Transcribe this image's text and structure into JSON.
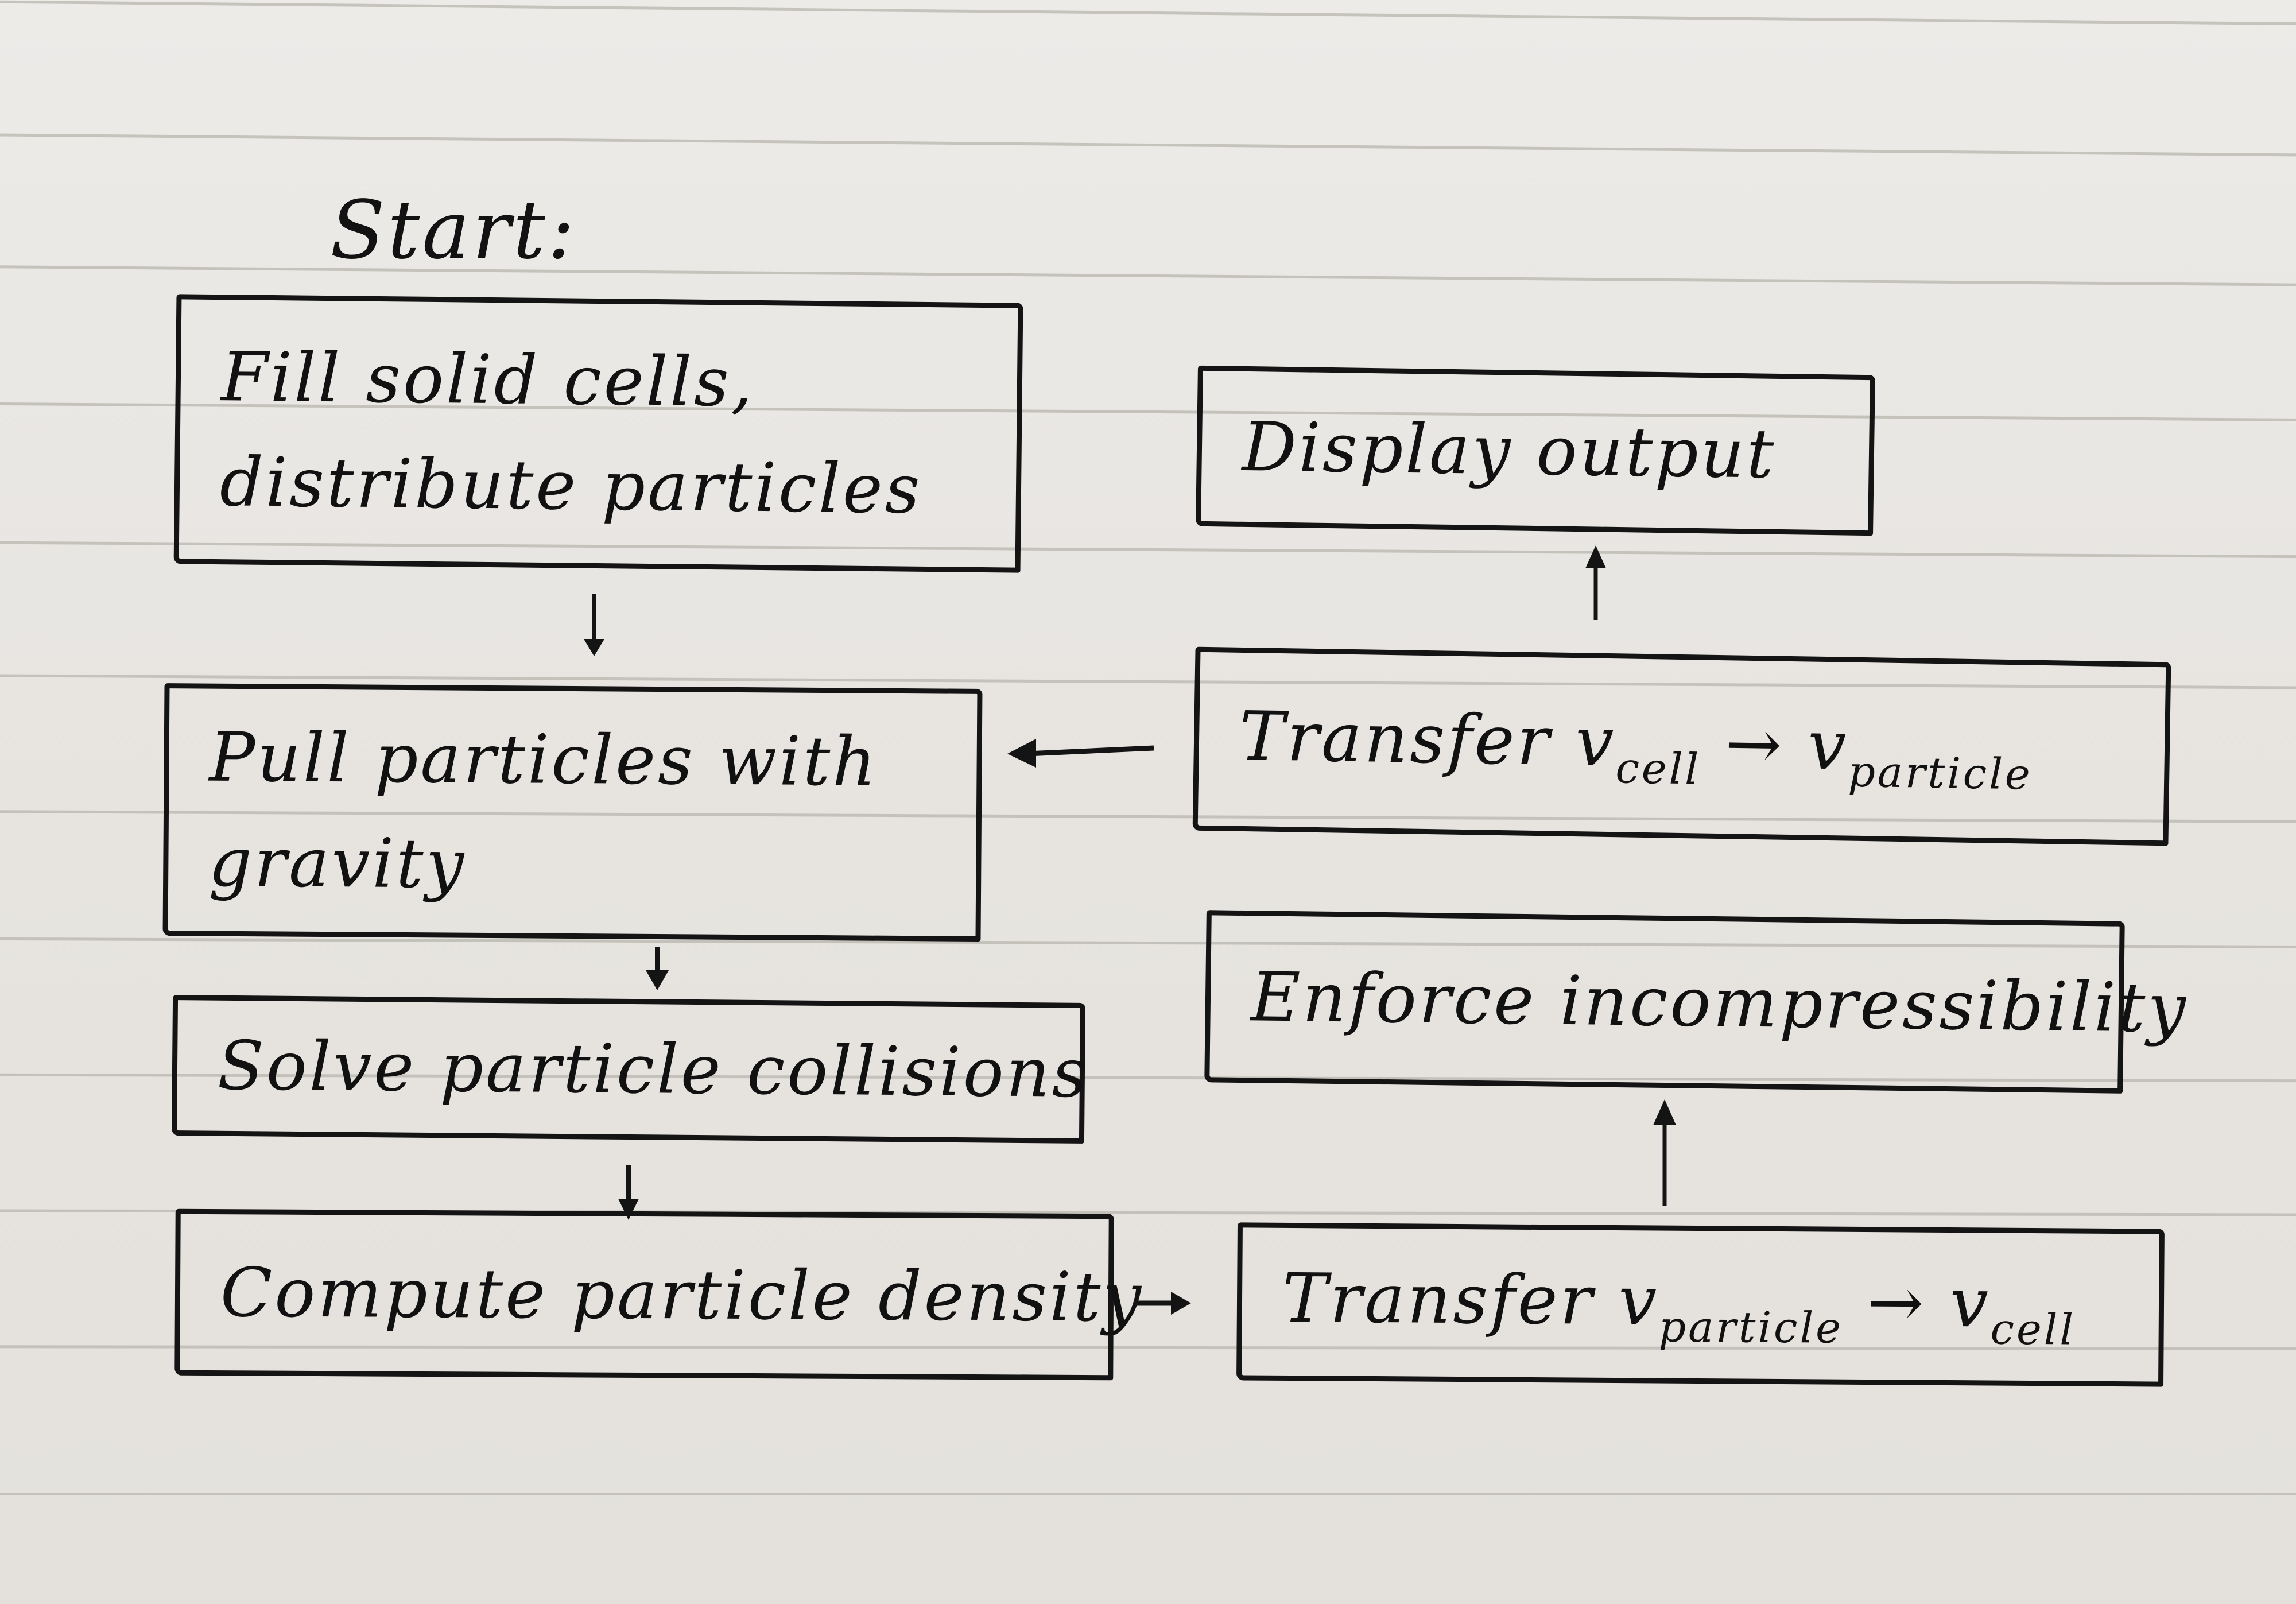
{
  "diagram": {
    "type": "flowchart",
    "medium": "hand-drawn ink on lined paper",
    "start_label": "Start:",
    "nodes": [
      {
        "id": "fill",
        "lines": [
          "Fill solid cells,",
          "distribute particles"
        ]
      },
      {
        "id": "gravity",
        "lines": [
          "Pull particles with",
          "gravity"
        ]
      },
      {
        "id": "collisions",
        "lines": [
          "Solve particle collisions"
        ]
      },
      {
        "id": "density",
        "lines": [
          "Compute particle density"
        ]
      },
      {
        "id": "p2c",
        "prefix": "Transfer v",
        "sub1": "particle",
        "arrow": " → v",
        "sub2": "cell"
      },
      {
        "id": "incompress",
        "lines": [
          "Enforce incompressibility"
        ]
      },
      {
        "id": "c2p",
        "prefix": "Transfer v",
        "sub1": "cell",
        "arrow": " → v",
        "sub2": "particle"
      },
      {
        "id": "display",
        "lines": [
          "Display output"
        ]
      }
    ],
    "edges": [
      {
        "from": "fill",
        "to": "gravity",
        "direction": "down"
      },
      {
        "from": "gravity",
        "to": "collisions",
        "direction": "down"
      },
      {
        "from": "collisions",
        "to": "density",
        "direction": "down"
      },
      {
        "from": "density",
        "to": "p2c",
        "direction": "right"
      },
      {
        "from": "p2c",
        "to": "incompress",
        "direction": "up"
      },
      {
        "from": "c2p",
        "to": "gravity",
        "direction": "left"
      },
      {
        "from": "c2p",
        "to": "display",
        "direction": "up"
      }
    ],
    "colors": {
      "ink": "#141414",
      "paper": "#e9e6e2",
      "rule_lines": "#b8b6ae"
    }
  }
}
